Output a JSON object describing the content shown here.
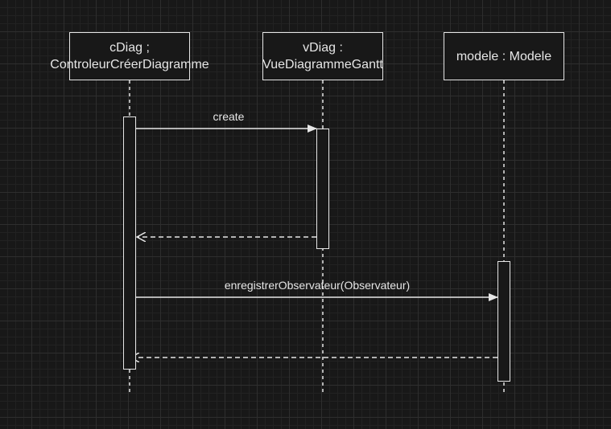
{
  "diagram": {
    "type": "sequence",
    "participants": [
      {
        "id": "cdiag",
        "label": "cDiag ;\nControleurCréerDiagramme"
      },
      {
        "id": "vdiag",
        "label": "vDiag :\nVueDiagrammeGantt"
      },
      {
        "id": "modele",
        "label": "modele : Modele"
      }
    ],
    "messages": [
      {
        "from": "cdiag",
        "to": "vdiag",
        "label": "create",
        "style": "solid"
      },
      {
        "from": "vdiag",
        "to": "cdiag",
        "label": "",
        "style": "dashed"
      },
      {
        "from": "cdiag",
        "to": "modele",
        "label": "enregistrerObservateur(Observateur)",
        "style": "solid"
      },
      {
        "from": "modele",
        "to": "cdiag",
        "label": "",
        "style": "dashed"
      }
    ]
  },
  "colors": {
    "background": "#181818",
    "line": "#e6e6e6"
  }
}
